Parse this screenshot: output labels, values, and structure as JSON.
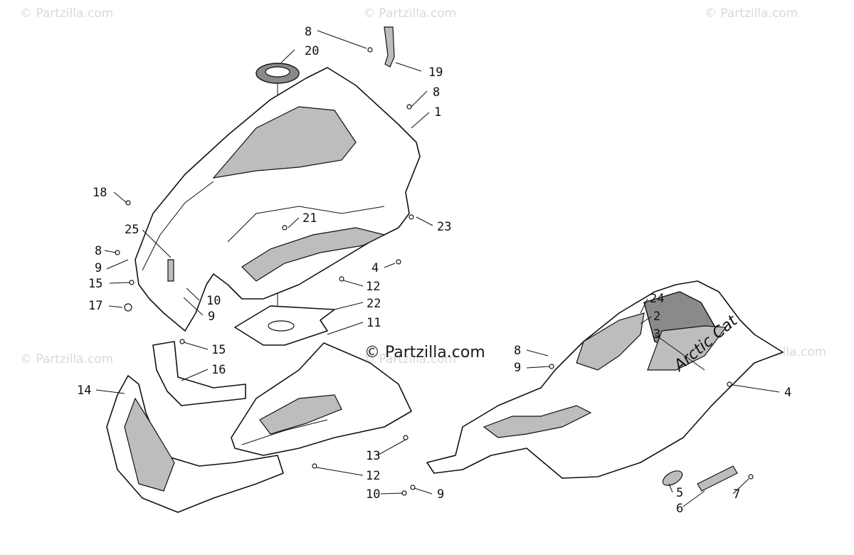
{
  "watermarks": [
    {
      "text": "© Partzilla.com"
    },
    {
      "text": "© Partzilla.com"
    },
    {
      "text": "© Partzilla.com"
    },
    {
      "text": "© Partzilla.com"
    },
    {
      "text": "© Partzilla.com"
    },
    {
      "text": "© Partzilla.com"
    }
  ],
  "center_watermark": "© Partzilla.com",
  "brand_text": "Arctic Cat",
  "callouts": {
    "c8_top": "8",
    "c20": "20",
    "c19": "19",
    "c8_right": "8",
    "c1": "1",
    "c18": "18",
    "c21": "21",
    "c23": "23",
    "c25": "25",
    "c8_left": "8",
    "c9_left": "9",
    "c4_mid": "4",
    "c15_left": "15",
    "c10_left": "10",
    "c12_mid": "12",
    "c17": "17",
    "c9_mid": "9",
    "c22": "22",
    "c11": "11",
    "c15_low": "15",
    "c16": "16",
    "c14": "14",
    "c13": "13",
    "c12_low": "12",
    "c10_low": "10",
    "c9_low": "9",
    "c24": "24",
    "c2": "2",
    "c3": "3",
    "c8_br": "8",
    "c9_br": "9",
    "c4_right": "4",
    "c5": "5",
    "c6": "6",
    "c7": "7"
  }
}
